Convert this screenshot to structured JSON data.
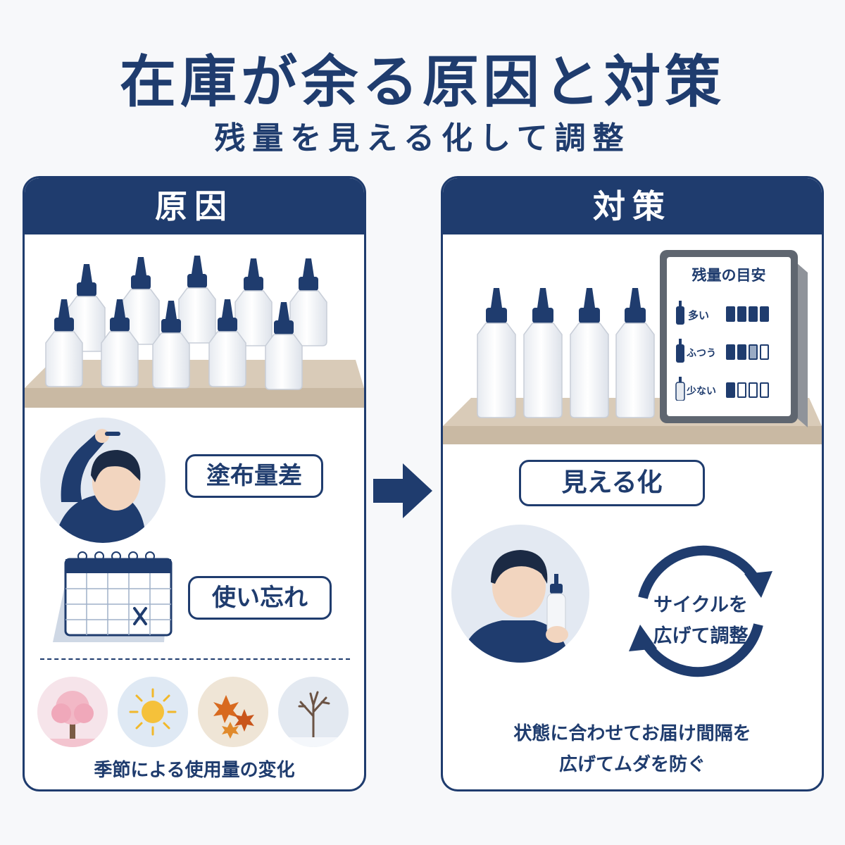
{
  "title": "在庫が余る原因と対策",
  "subtitle": "残量を見える化して調整",
  "left_panel": {
    "heading": "原因",
    "labels": [
      "塗布量差",
      "使い忘れ"
    ],
    "season_caption": "季節による使用量の変化",
    "seasons": [
      {
        "icon": "cherry-blossom-tree-icon"
      },
      {
        "icon": "sun-icon"
      },
      {
        "icon": "autumn-leaves-icon"
      },
      {
        "icon": "winter-tree-icon"
      }
    ]
  },
  "right_panel": {
    "heading": "対策",
    "board": {
      "title": "残量の目安",
      "rows": [
        {
          "label": "多い",
          "level": 4,
          "max": 4
        },
        {
          "label": "ふつう",
          "level": 2.5,
          "max": 4
        },
        {
          "label": "少ない",
          "level": 1,
          "max": 4
        }
      ]
    },
    "label": "見える化",
    "cycle_text_line1": "サイクルを",
    "cycle_text_line2": "広げて調整",
    "caption_line1": "状態に合わせてお届け間隔を",
    "caption_line2": "広げてムダを防ぐ"
  },
  "colors": {
    "navy": "#1f3c6e",
    "shelf": "#d9cbb8",
    "bottle": "#f4f6f9"
  }
}
